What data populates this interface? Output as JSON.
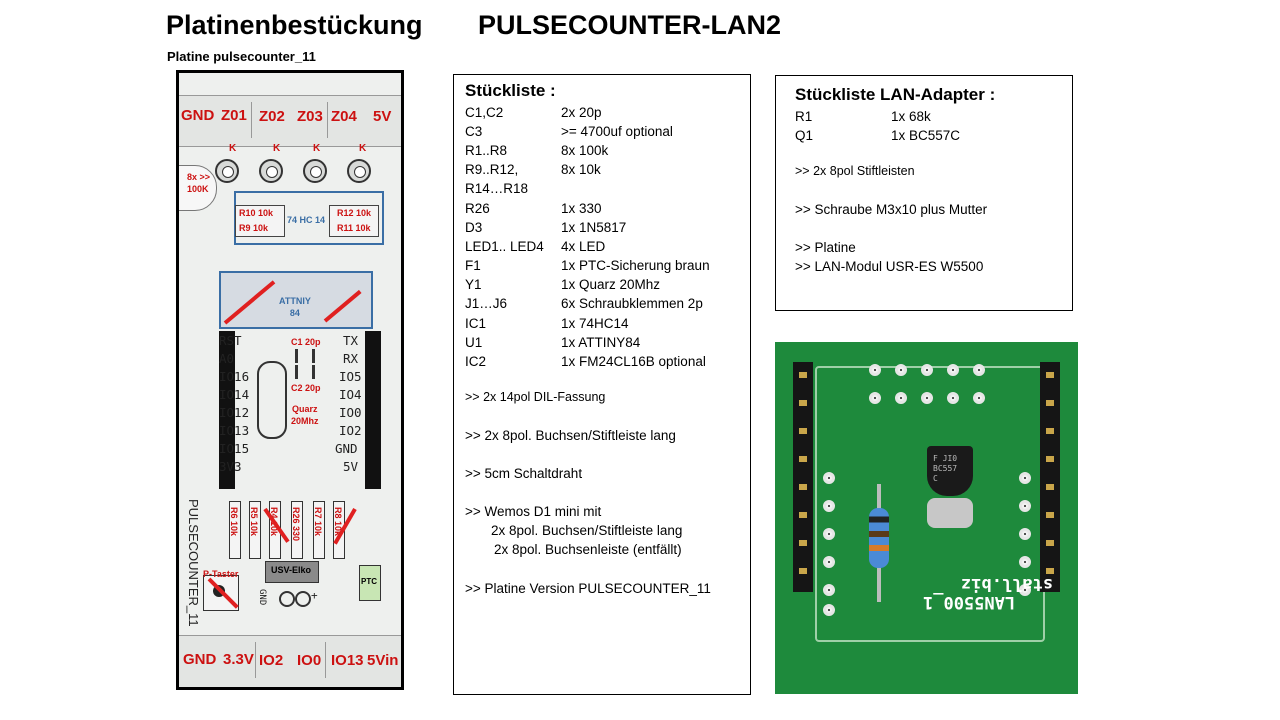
{
  "header": {
    "title_left": "Platinenbestückung",
    "title_right": "PULSECOUNTER-LAN2",
    "subtitle": "Platine pulsecounter_11"
  },
  "pcb": {
    "top_terminals": [
      "GND",
      "Z01",
      "Z02",
      "Z03",
      "Z04",
      "5V"
    ],
    "bottom_terminals": [
      "GND",
      "3.3V",
      "IO2",
      "IO0",
      "IO13",
      "5Vin"
    ],
    "led_marks": [
      "K",
      "K",
      "K",
      "K"
    ],
    "res_note": "8x >>\n100K",
    "ic1_label": "74 HC 14",
    "res_labels": [
      "R10 10k",
      "R9 10k",
      "R12 10k",
      "R11 10k"
    ],
    "ic2_label": "ATTNIY\n84",
    "left_pins": [
      "RST",
      "A0",
      "IO16",
      "IO14",
      "IO12",
      "IO13",
      "IO15",
      "3V3"
    ],
    "right_pins": [
      "TX",
      "RX",
      "IO5",
      "IO4",
      "IO0",
      "IO2",
      "GND",
      "5V"
    ],
    "c1_label": "C1 20p",
    "c2_label": "C2 20p",
    "quarz_label": "Quarz\n20Mhz",
    "vertical_name": "PULSECOUNTER_11",
    "vres_labels": [
      "R6 10k",
      "R5 10k",
      "R4 10k",
      "R26 330",
      "R7 10k",
      "R8 10k"
    ],
    "usv_label": "USV-Elko",
    "ptaster_label": "P-Taster",
    "ptc_label": "PTC",
    "gnd_small": "GND",
    "plus_small": "+"
  },
  "stueckliste": {
    "title": "Stückliste :",
    "rows": [
      {
        "k": "C1,C2",
        "v": "2x 20p"
      },
      {
        "k": "C3",
        "v": ">=  4700uf optional"
      },
      {
        "k": "R1..R8",
        "v": "8x 100k"
      },
      {
        "k": "R9..R12,",
        "v": "8x 10k"
      },
      {
        "k": "R14…R18",
        "v": ""
      },
      {
        "k": "R26",
        "v": "1x 330"
      },
      {
        "k": "D3",
        "v": "1x 1N5817"
      },
      {
        "k": "LED1.. LED4",
        "v": "4x LED"
      },
      {
        "k": "F1",
        "v": "1x  PTC-Sicherung braun"
      },
      {
        "k": "Y1",
        "v": "1x Quarz 20Mhz"
      },
      {
        "k": "J1…J6",
        "v": "6x Schraubklemmen  2p"
      },
      {
        "k": "IC1",
        "v": "1x 74HC14"
      },
      {
        "k": "U1",
        "v": "1x ATTINY84"
      },
      {
        "k": "IC2",
        "v": "1x FM24CL16B optional"
      }
    ],
    "notes": [
      ">>  2x 14pol DIL-Fassung",
      ">>  2x 8pol. Buchsen/Stiftleiste lang",
      ">>  5cm Schaltdraht",
      ">>  Wemos  D1 mini mit",
      "2x 8pol.  Buchsen/Stiftleiste lang",
      "2x 8pol. Buchsenleiste  (entfällt)",
      ">>  Platine  Version PULSECOUNTER_11"
    ]
  },
  "lan_adapter": {
    "title": "Stückliste LAN-Adapter  :",
    "rows": [
      {
        "k": "R1",
        "v": "1x 68k"
      },
      {
        "k": "Q1",
        "v": "1x BC557C"
      }
    ],
    "notes": [
      ">>  2x 8pol Stiftleisten",
      ">>  Schraube  M3x10 plus Mutter",
      ">>  Platine",
      ">>  LAN-Modul  USR-ES W5500"
    ]
  },
  "photo": {
    "silk_text": "LAN5500_1",
    "silk_text2": "stall.biz",
    "transistor_text": "F JI0\nBC557\nC",
    "colors": {
      "board": "#1e8a3c",
      "silk": "#ffffff"
    }
  }
}
